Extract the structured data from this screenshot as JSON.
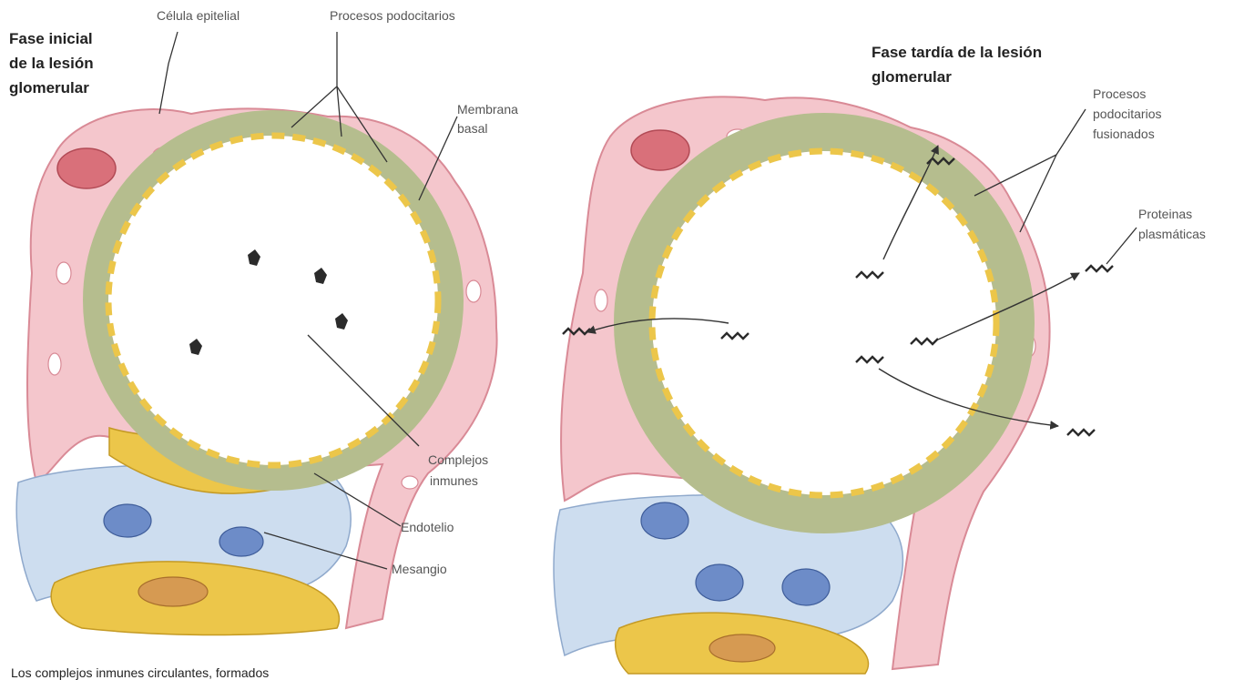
{
  "left_panel": {
    "title": [
      "Fase inicial",
      "de la lesión",
      "glomerular"
    ],
    "labels": {
      "epithelial_cell": "Célula epitelial",
      "podocyte_processes": "Procesos podocitarios",
      "basement_membrane": [
        "Membrana",
        "basal"
      ],
      "immune_complexes": [
        "Complejos",
        "inmunes"
      ],
      "endothelium": "Endotelio",
      "mesangium": "Mesangio"
    }
  },
  "right_panel": {
    "title": [
      "Fase tardía de la lesión",
      "glomerular"
    ],
    "labels": {
      "fused_processes": [
        "Procesos",
        "podocitarios",
        "fusionados"
      ],
      "plasma_proteins": [
        "Proteinas",
        "plasmáticas"
      ]
    }
  },
  "caption": "Los complejos inmunes circulantes, formados",
  "colors": {
    "podocyte_pink": "#f4c6cc",
    "podocyte_outline": "#d98a96",
    "membrane_green": "#b5bd8e",
    "endothelium_yellow": "#ecc64a",
    "mesangium_blue": "#cdddef",
    "nucleus_blue": "#6d8cc8",
    "nucleus_orange": "#d69a52",
    "nucleus_red": "#d9707a"
  }
}
